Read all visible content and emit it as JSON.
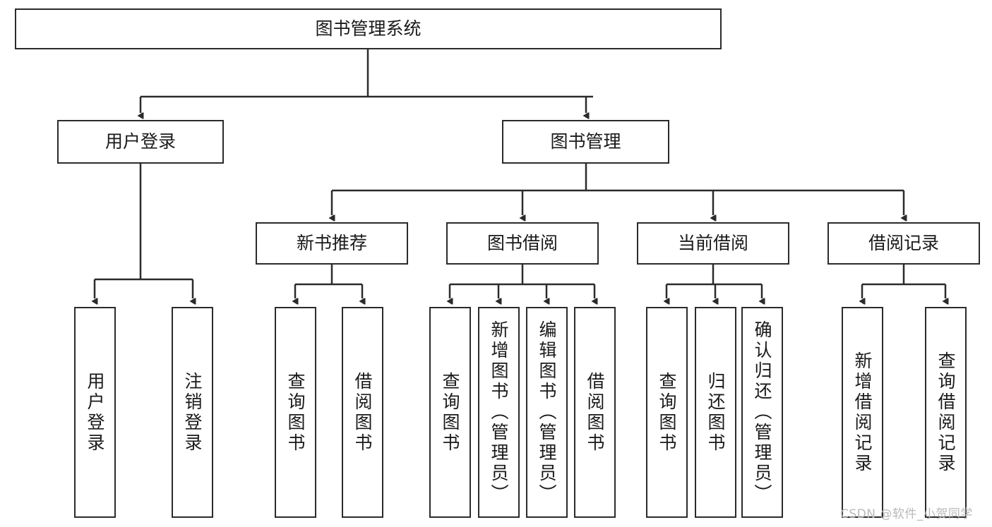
{
  "diagram": {
    "type": "tree-hierarchy-chart",
    "title": "图书管理系统",
    "root": {
      "label": "图书管理系统"
    },
    "level1": [
      {
        "label": "用户登录"
      },
      {
        "label": "图书管理"
      }
    ],
    "level2": [
      {
        "label": "新书推荐"
      },
      {
        "label": "图书借阅"
      },
      {
        "label": "当前借阅"
      },
      {
        "label": "借阅记录"
      }
    ],
    "leaves": {
      "user_login": [
        {
          "label": "用户登录"
        },
        {
          "label": "注销登录"
        }
      ],
      "new_book_recommend": [
        {
          "label": "查询图书"
        },
        {
          "label": "借阅图书"
        }
      ],
      "book_borrow": [
        {
          "label": "查询图书"
        },
        {
          "label": "新增图书（管理员）"
        },
        {
          "label": "编辑图书（管理员）"
        },
        {
          "label": "借阅图书"
        }
      ],
      "current_borrow": [
        {
          "label": "查询图书"
        },
        {
          "label": "归还图书"
        },
        {
          "label": "确认归还（管理员）"
        }
      ],
      "borrow_record": [
        {
          "label": "新增借阅记录"
        },
        {
          "label": "查询借阅记录"
        }
      ]
    }
  },
  "watermark": {
    "text": "CSDN @软件_小贺同学"
  },
  "colors": {
    "stroke": "#2b2b2b",
    "fill": "#ffffff",
    "text": "#1a1a1a",
    "watermark": "#b9b9b9"
  }
}
